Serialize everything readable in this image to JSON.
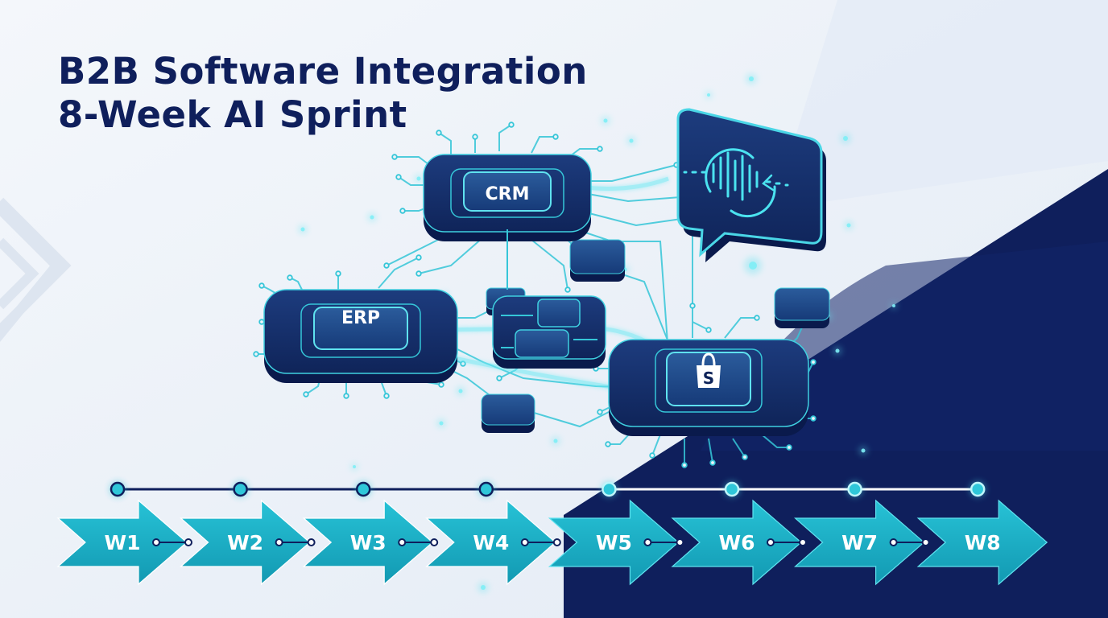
{
  "title": {
    "line1": "B2B Software Integration",
    "line2": "8-Week AI Sprint"
  },
  "nodes": {
    "crm": "CRM",
    "erp": "ERP",
    "shop": "S",
    "shop_icon": "shopping-bag-icon",
    "assistant_icon": "voice-waveform-icon"
  },
  "timeline": {
    "weeks": [
      "W1",
      "W2",
      "W3",
      "W4",
      "W5",
      "W6",
      "W7",
      "W8"
    ]
  },
  "colors": {
    "navy": "#0f1f5c",
    "teal": "#1fb8cc",
    "accent": "#37e0ee",
    "background": "#eef3f9"
  }
}
